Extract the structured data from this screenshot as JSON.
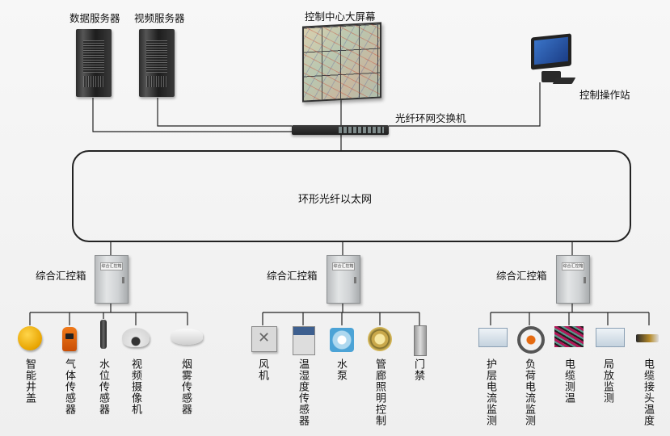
{
  "top": {
    "data_server": "数据服务器",
    "video_server": "视频服务器",
    "control_wall": "控制中心大屏幕",
    "workstation": "控制操作站",
    "switch": "光纤环网交换机"
  },
  "ring": {
    "label": "环形光纤以太网"
  },
  "groups": [
    {
      "cabinet_label": "综合汇控箱",
      "devices": [
        {
          "label": "智能井盖",
          "icon": "manhole-cover-icon"
        },
        {
          "label": "气体传感器",
          "icon": "gas-sensor-icon"
        },
        {
          "label": "水位传感器",
          "icon": "water-level-sensor-icon"
        },
        {
          "label": "视频摄像机",
          "icon": "dome-camera-icon"
        },
        {
          "label": "烟雾传感器",
          "icon": "smoke-detector-icon"
        }
      ]
    },
    {
      "cabinet_label": "综合汇控箱",
      "devices": [
        {
          "label": "风机",
          "icon": "fan-icon"
        },
        {
          "label": "温湿度传感器",
          "icon": "temp-humidity-sensor-icon"
        },
        {
          "label": "水泵",
          "icon": "water-pump-icon"
        },
        {
          "label": "管廊照明控制",
          "icon": "lamp-icon"
        },
        {
          "label": "门禁",
          "icon": "door-access-icon"
        }
      ]
    },
    {
      "cabinet_label": "综合汇控箱",
      "devices": [
        {
          "label": "护层电流监测",
          "icon": "sheath-current-monitor-icon"
        },
        {
          "label": "负荷电流监测",
          "icon": "current-clamp-icon"
        },
        {
          "label": "电缆测温",
          "icon": "cable-temperature-icon"
        },
        {
          "label": "局放监测",
          "icon": "partial-discharge-monitor-icon"
        },
        {
          "label": "电缆接头温度",
          "icon": "cable-joint-probe-icon"
        }
      ]
    }
  ],
  "cabinet_plate": "综合汇控箱",
  "colors": {
    "line": "#222222",
    "background": "#f5f5f5"
  }
}
